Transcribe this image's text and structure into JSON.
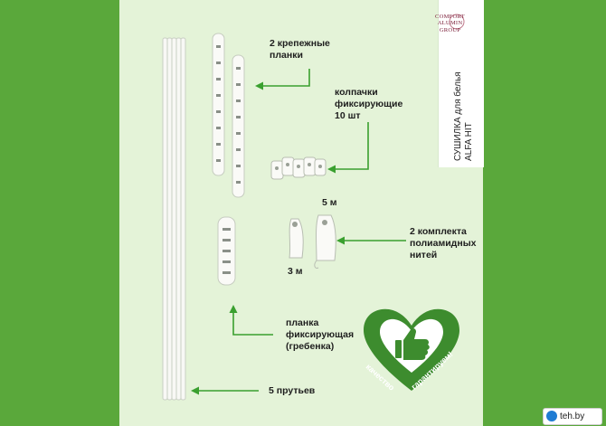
{
  "labels": {
    "strips": "2 крепежные\nпланки",
    "caps": "колпачки\nфиксирующие\n10 шт",
    "len5": "5 м",
    "threads": "2 комплекта\nполиамидных\nнитей",
    "len3": "3 м",
    "comb": "планка\nфиксирующая\n(гребенка)",
    "rods": "5 прутьев"
  },
  "product_title": {
    "line1": "СУШИЛКА для белья",
    "line2": "ALFA HIT"
  },
  "brand_logo": {
    "line1": "COMFORT",
    "line2": "ALUMIN",
    "line3": "GROUP"
  },
  "badge": {
    "left": "качество",
    "right": "гарантируем!"
  },
  "watermark": "teh.by",
  "colors": {
    "frame_green": "#5aa83b",
    "panel_green": "#e4f3d8",
    "arrow_green": "#3aa02f",
    "heart_green": "#3d8c2e",
    "brand": "#7b1f3a"
  },
  "icons": [
    "thumbs-up-icon",
    "heart-icon",
    "arrow-icon"
  ]
}
